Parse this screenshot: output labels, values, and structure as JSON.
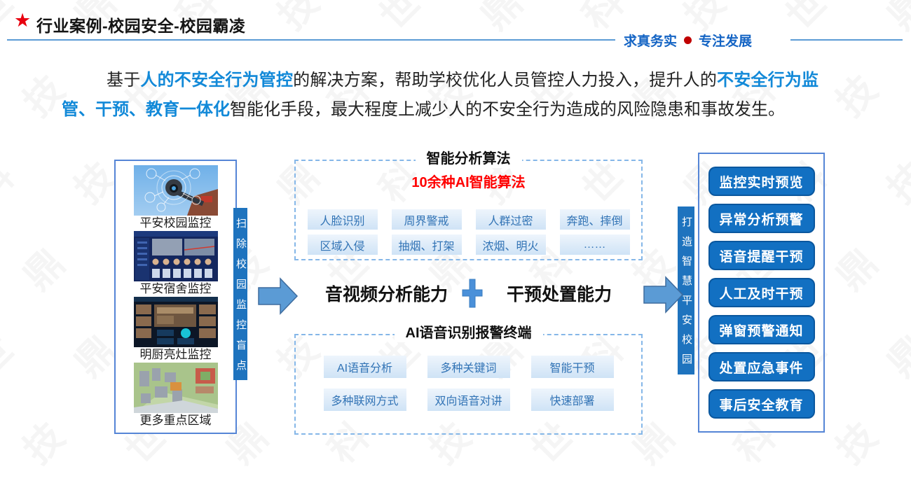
{
  "header": {
    "star": "★",
    "title": "行业案例-校园安全-校园霸凌",
    "slogan_left": "求真务实",
    "slogan_right": "专注发展"
  },
  "intro": {
    "segments": [
      {
        "text": "基于",
        "em": false
      },
      {
        "text": "人的不安全行为管控",
        "em": true
      },
      {
        "text": "的解决方案，帮助学校优化人员管控人力投入，提升人的",
        "em": false
      },
      {
        "text": "不安全行为监管、干预、教育一体化",
        "em": true
      },
      {
        "text": "智能化手段，最大程度上减少人的不安全行为造成的风险隐患和事故发生。",
        "em": false
      }
    ]
  },
  "left_panel": {
    "items": [
      {
        "caption": "平安校园监控",
        "image": "campus-camera-photo"
      },
      {
        "caption": "平安宿舍监控",
        "image": "dorm-monitor-dashboard"
      },
      {
        "caption": "明厨亮灶监控",
        "image": "kitchen-monitor-dashboard"
      },
      {
        "caption": "更多重点区域",
        "image": "campus-3d-aerial"
      }
    ]
  },
  "left_bar": {
    "text": "扫除校园监控盲点"
  },
  "algo_box": {
    "title": "智能分析算法",
    "subtitle": "10余种AI智能算法",
    "row1": [
      "人脸识别",
      "周界警戒",
      "人群过密",
      "奔跑、摔倒"
    ],
    "row2": [
      "区域入侵",
      "抽烟、打架",
      "浓烟、明火",
      "……"
    ]
  },
  "abilities": {
    "left": "音视频分析能力",
    "plus": "+",
    "right": "干预处置能力"
  },
  "voice_box": {
    "title": "AI语音识别报警终端",
    "row1": [
      "AI语音分析",
      "多种关键词",
      "智能干预"
    ],
    "row2": [
      "多种联网方式",
      "双向语音对讲",
      "快速部署"
    ]
  },
  "right_bar": {
    "text": "打造智慧平安校园"
  },
  "outcomes": {
    "buttons": [
      "监控实时预览",
      "异常分析预警",
      "语音提醒干预",
      "人工及时干预",
      "弹窗预警通知",
      "处置应急事件",
      "事后安全教育"
    ]
  },
  "watermark": {
    "text": "世鼎科技"
  },
  "colors": {
    "bar_blue": "#1e73be",
    "button_blue": "#1270c2",
    "em_blue": "#1289d8",
    "slogan_blue": "#1464c4",
    "line_blue": "#5b9bd5",
    "subtitle_red": "#ff0000",
    "dot_red": "#c00000",
    "tag_text_blue": "#3173b5",
    "tag_bg_blue": "#d7e6f6",
    "star_red": "#e8000f"
  }
}
